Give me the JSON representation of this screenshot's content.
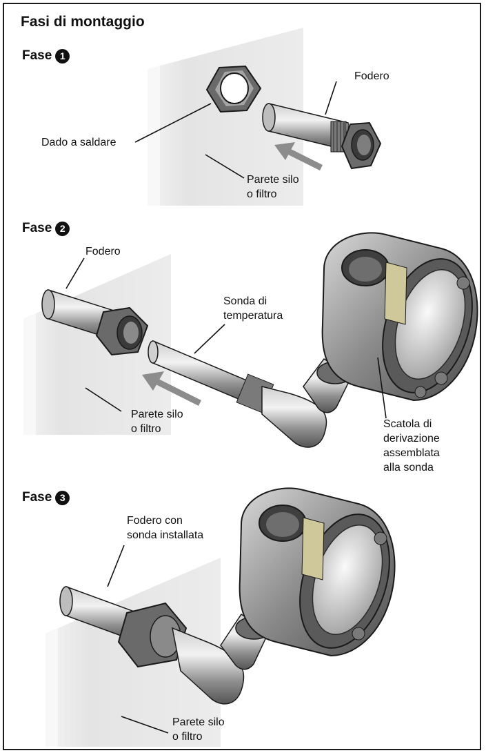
{
  "title": "Fasi di montaggio",
  "phases": [
    {
      "label": "Fase",
      "number": "1",
      "callouts": {
        "sheath": "Fodero",
        "weld_nut": "Dado a saldare",
        "wall": "Parete silo\no filtro"
      }
    },
    {
      "label": "Fase",
      "number": "2",
      "callouts": {
        "sheath": "Fodero",
        "probe": "Sonda di\ntemperatura",
        "wall": "Parete silo\no filtro",
        "junction_box": "Scatola di\nderivazione\nassemblata\nalla sonda"
      }
    },
    {
      "label": "Fase",
      "number": "3",
      "callouts": {
        "sheath_installed": "Fodero con\nsonda installata",
        "wall": "Parete silo\no filtro"
      }
    }
  ],
  "colors": {
    "metal_dark": "#4a4a4a",
    "metal_mid": "#9a9a9a",
    "metal_light": "#e2e2e2",
    "wall": "#e6e6e6",
    "arrow": "#8c8c8c",
    "seal": "#cfc89a"
  },
  "icons": [
    "hex-nut-icon",
    "sheath-tube-icon",
    "temperature-probe-icon",
    "junction-box-icon",
    "elbow-pipe-icon",
    "insertion-arrow-icon"
  ]
}
